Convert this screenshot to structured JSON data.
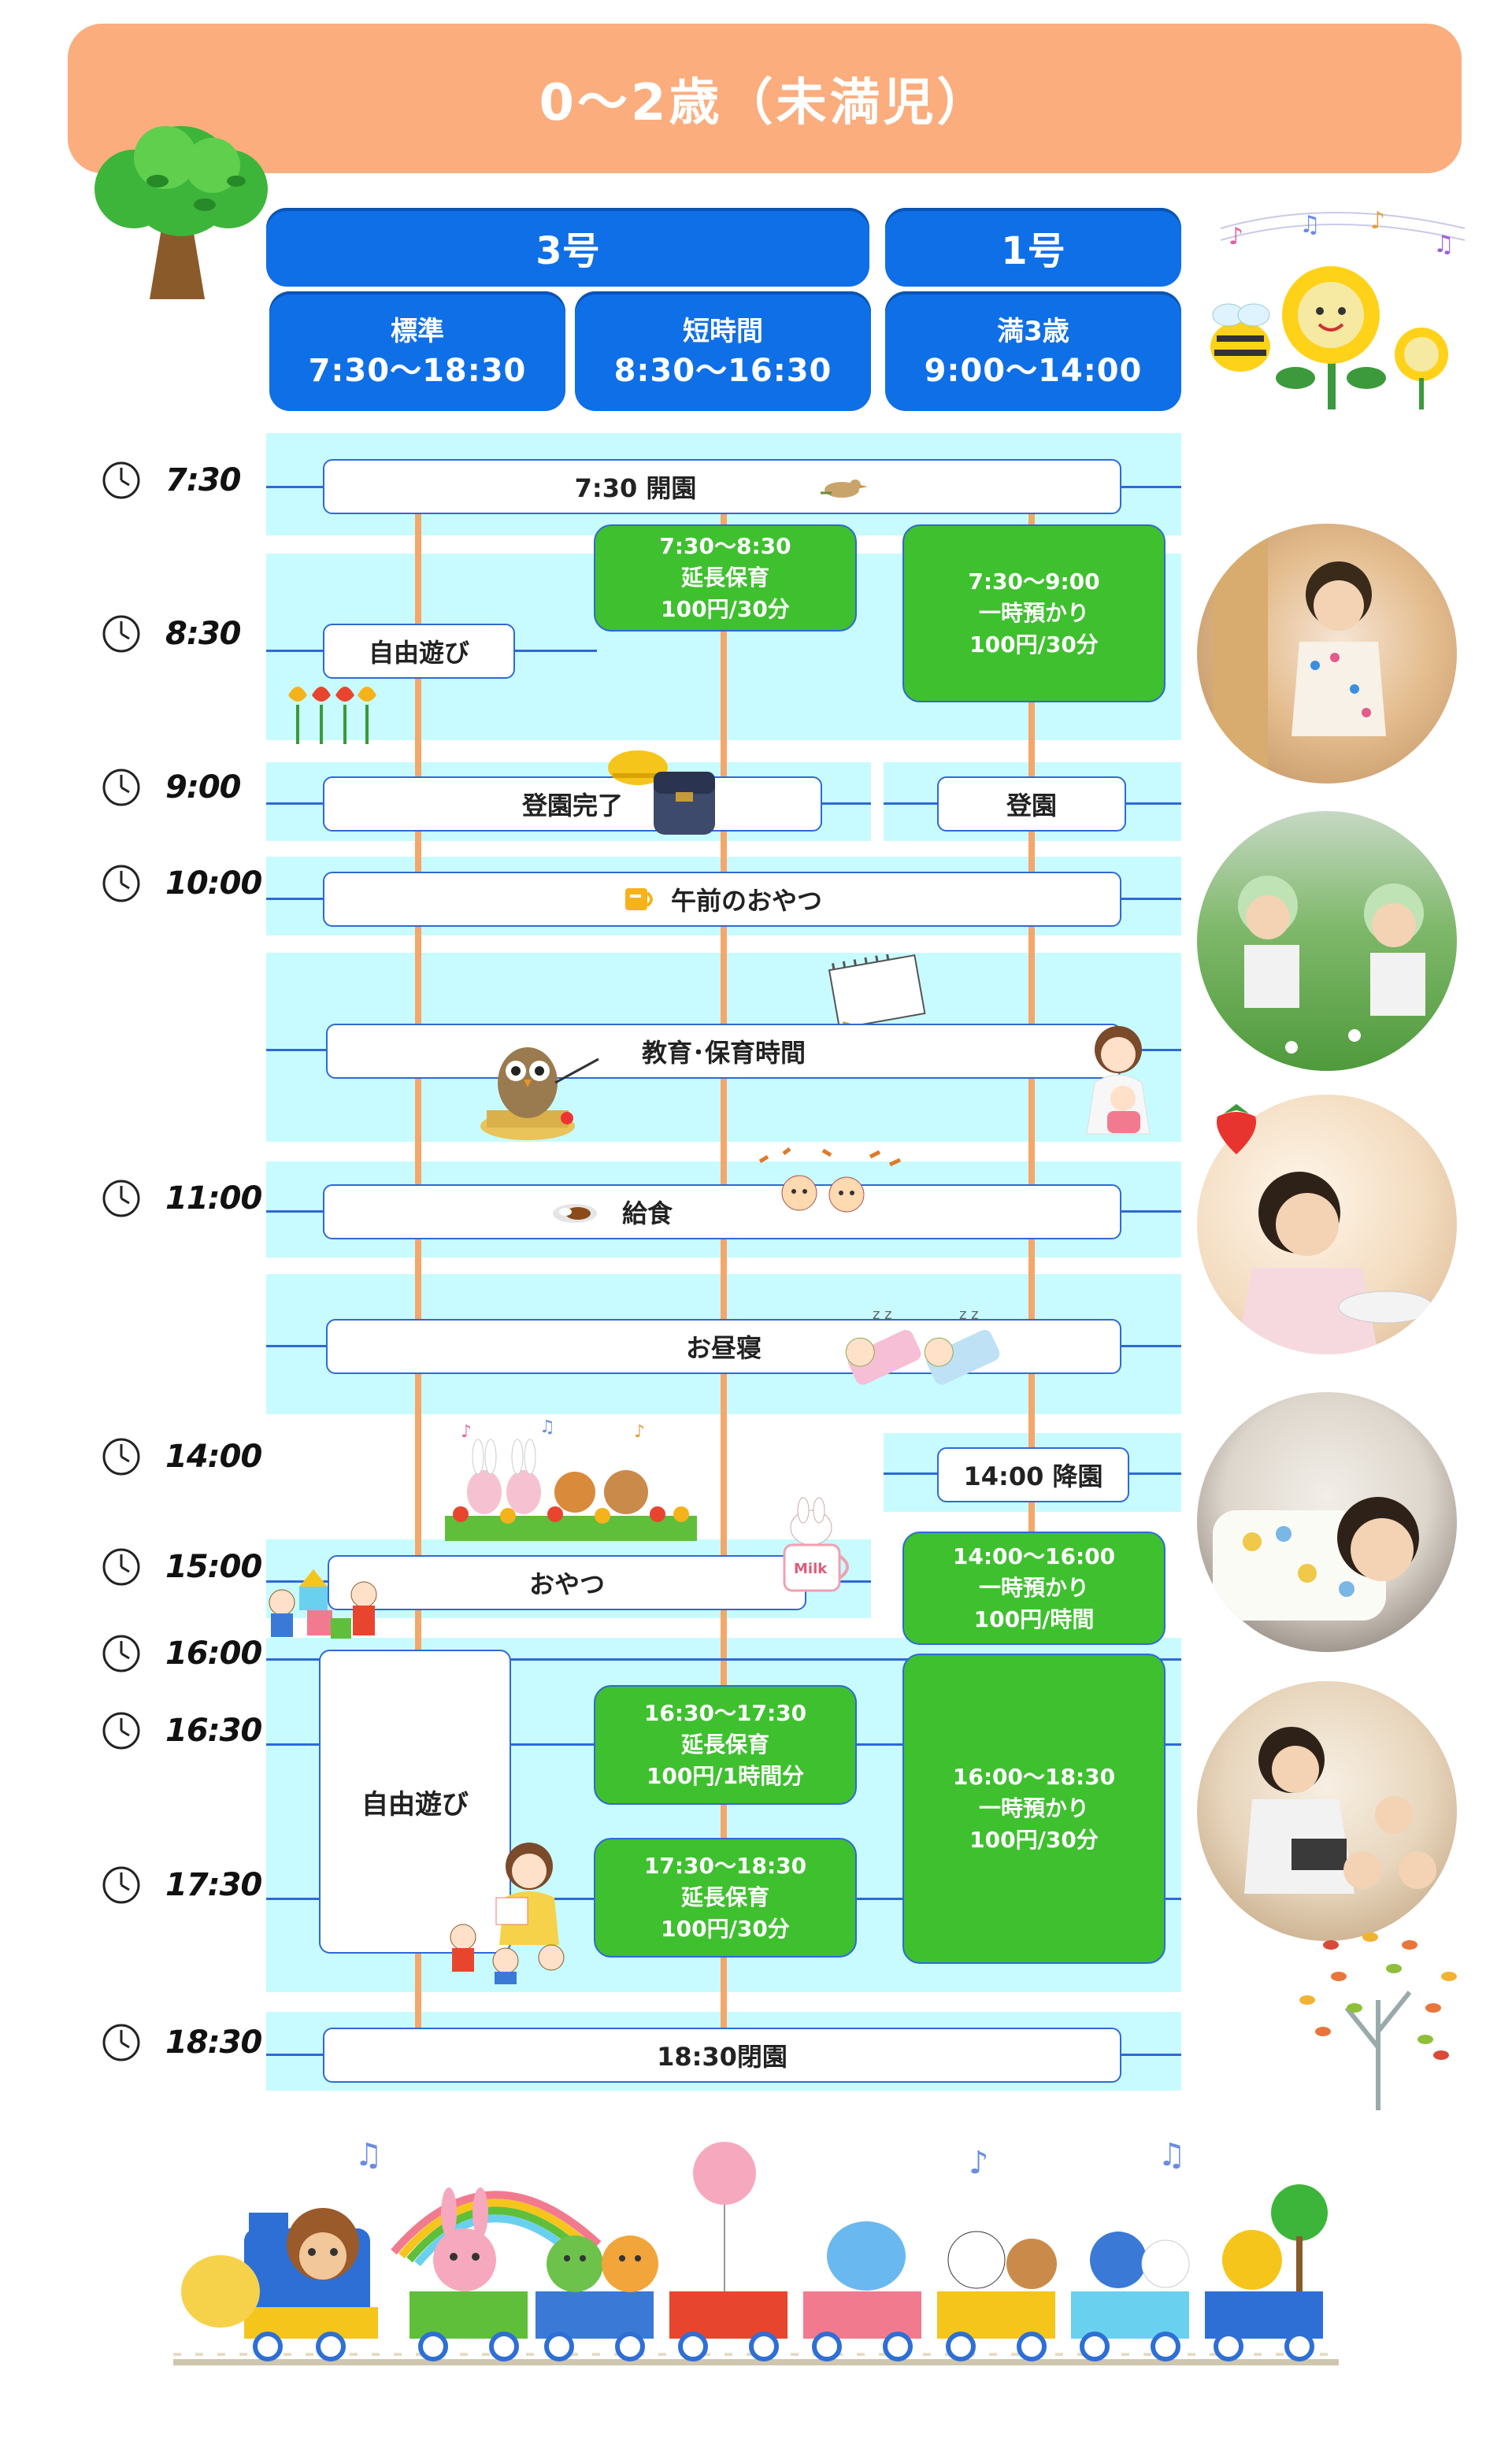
{
  "title": "0〜2歳（未満児）",
  "columns": {
    "group3": "3号",
    "group1": "1号",
    "standard": {
      "name": "標準",
      "hours": "7:30〜18:30"
    },
    "short": {
      "name": "短時間",
      "hours": "8:30〜16:30"
    },
    "full3": {
      "name": "満3歳",
      "hours": "9:00〜14:00"
    }
  },
  "times": [
    "7:30",
    "8:30",
    "9:00",
    "10:00",
    "11:00",
    "14:00",
    "15:00",
    "16:00",
    "16:30",
    "17:30",
    "18:30"
  ],
  "events": {
    "open": "7:30 開園",
    "ext_morning": {
      "l1": "7:30〜8:30",
      "l2": "延長保育",
      "l3": "100円/30分"
    },
    "temp_morning": {
      "l1": "7:30〜9:00",
      "l2": "一時預かり",
      "l3": "100円/30分"
    },
    "free_play": "自由遊び",
    "arrival_done": "登園完了",
    "arrival": "登園",
    "snack_am": "午前のおやつ",
    "education": "教育･保育時間",
    "lunch": "給食",
    "nap": "お昼寝",
    "departure": "14:00 降園",
    "snack_pm": "おやつ",
    "temp_afternoon": {
      "l1": "14:00〜16:00",
      "l2": "一時預かり",
      "l3": "100円/時間"
    },
    "free_play_pm": "自由遊び",
    "ext_1": {
      "l1": "16:30〜17:30",
      "l2": "延長保育",
      "l3": "100円/1時間分"
    },
    "ext_2": {
      "l1": "17:30〜18:30",
      "l2": "延長保育",
      "l3": "100円/30分"
    },
    "temp_evening": {
      "l1": "16:00〜18:30",
      "l2": "一時預かり",
      "l3": "100円/30分"
    },
    "close": "18:30閉園"
  },
  "mug_label": "Milk",
  "colors": {
    "header": "#fbad7e",
    "blue": "#0f6fe6",
    "band": "#c8fbff",
    "green": "#3fc02f",
    "orange_line": "#f4a76a",
    "blue_line": "#2f69d6"
  }
}
